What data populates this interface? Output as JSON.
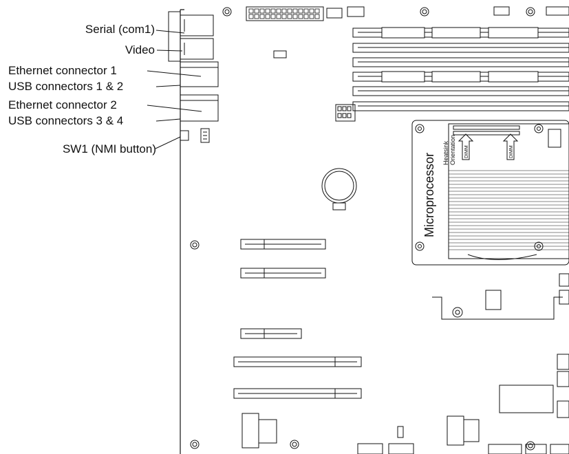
{
  "callouts": {
    "serial": "Serial (com1)",
    "video": "Video",
    "ethernet1": "Ethernet connector 1",
    "usb12": "USB connectors 1 & 2",
    "ethernet2": "Ethernet connector 2",
    "usb34": "USB connectors 3 & 4",
    "sw1": "SW1 (NMI button)"
  },
  "labels": {
    "microprocessor": "Microprocessor",
    "heatsink": "Heatsink",
    "orientation": "Orientation",
    "dimm": "DIMM"
  }
}
